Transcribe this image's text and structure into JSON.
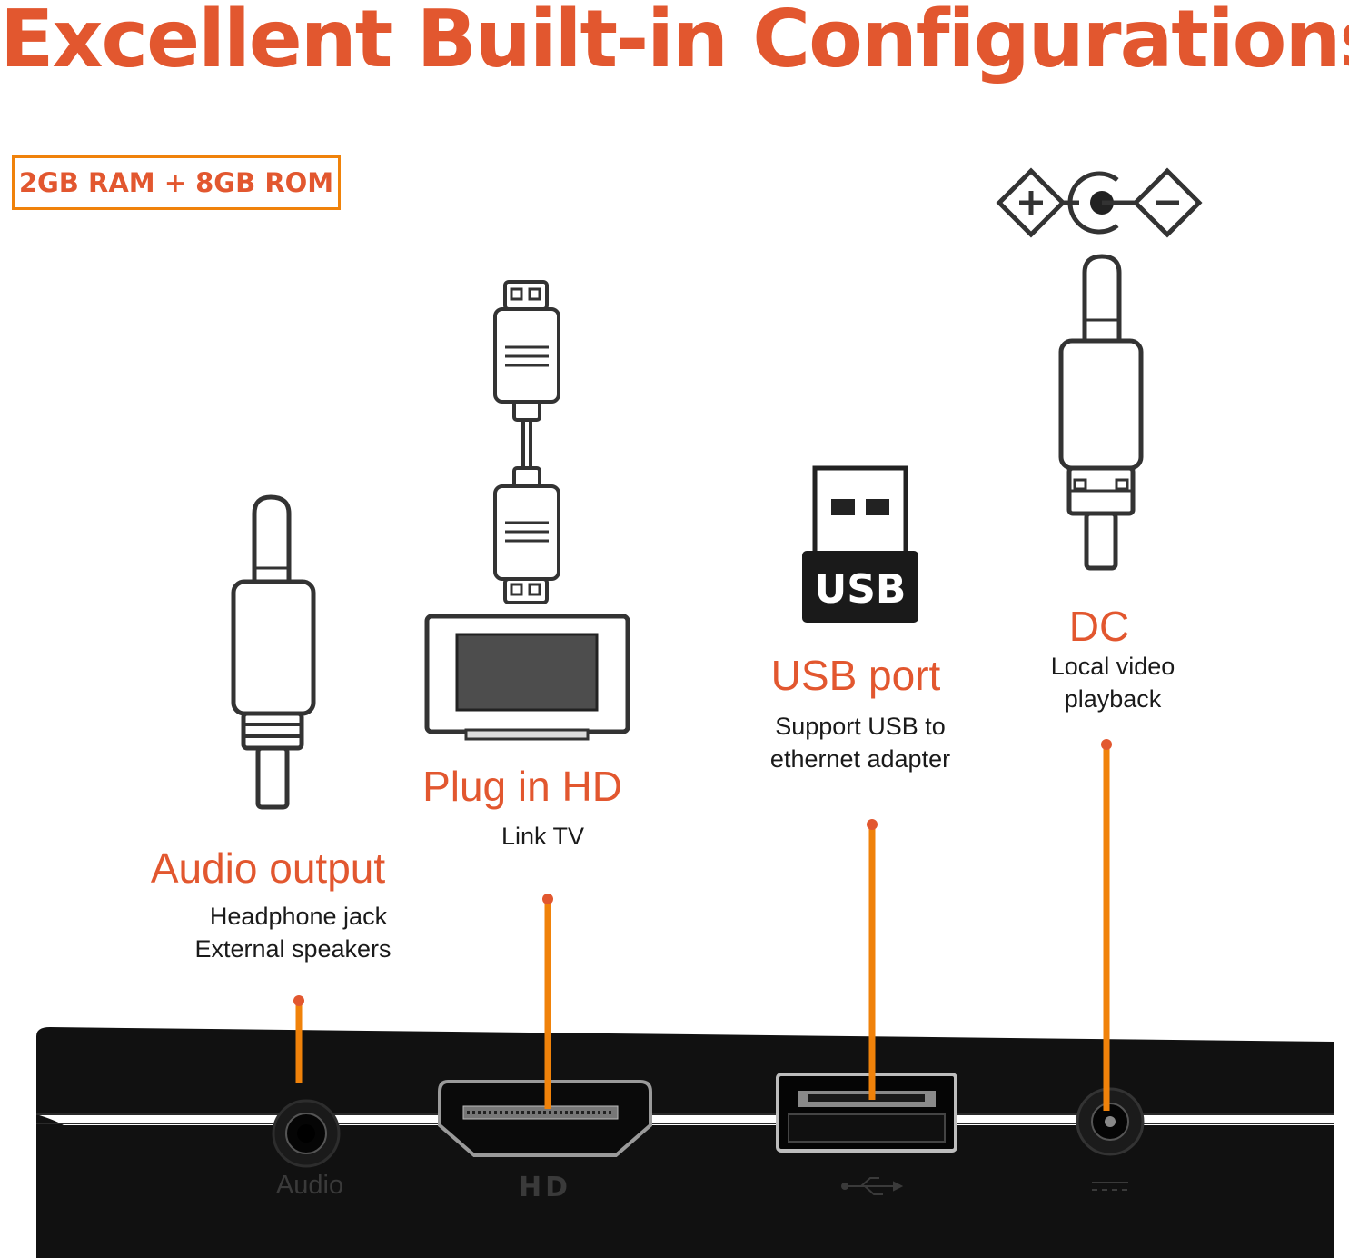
{
  "title": "Excellent Built-in Configurations",
  "badge": "2GB RAM + 8GB ROM",
  "colors": {
    "accent": "#e2572f",
    "leader": "#f0820a",
    "device": "#111111",
    "line_art": "#333333",
    "port_text": "#3a3a3a"
  },
  "ports": {
    "audio": {
      "label": "Audio output",
      "lines": [
        "Headphone jack",
        "External speakers"
      ],
      "port_text": "Audio",
      "icon": "audio-jack-plug-icon"
    },
    "hd": {
      "label": "Plug in HD",
      "lines": [
        "Link TV"
      ],
      "port_text": "HD",
      "icon": "hd-cable-tv-icon"
    },
    "usb": {
      "label": "USB port",
      "lines": [
        "Support USB to",
        "ethernet adapter"
      ],
      "port_text": "",
      "icon": "usb-dongle-icon",
      "icon_text": "USB"
    },
    "dc": {
      "label": "DC",
      "lines": [
        "Local video",
        "playback"
      ],
      "port_text": "",
      "icon": "dc-barrel-plug-icon"
    }
  }
}
